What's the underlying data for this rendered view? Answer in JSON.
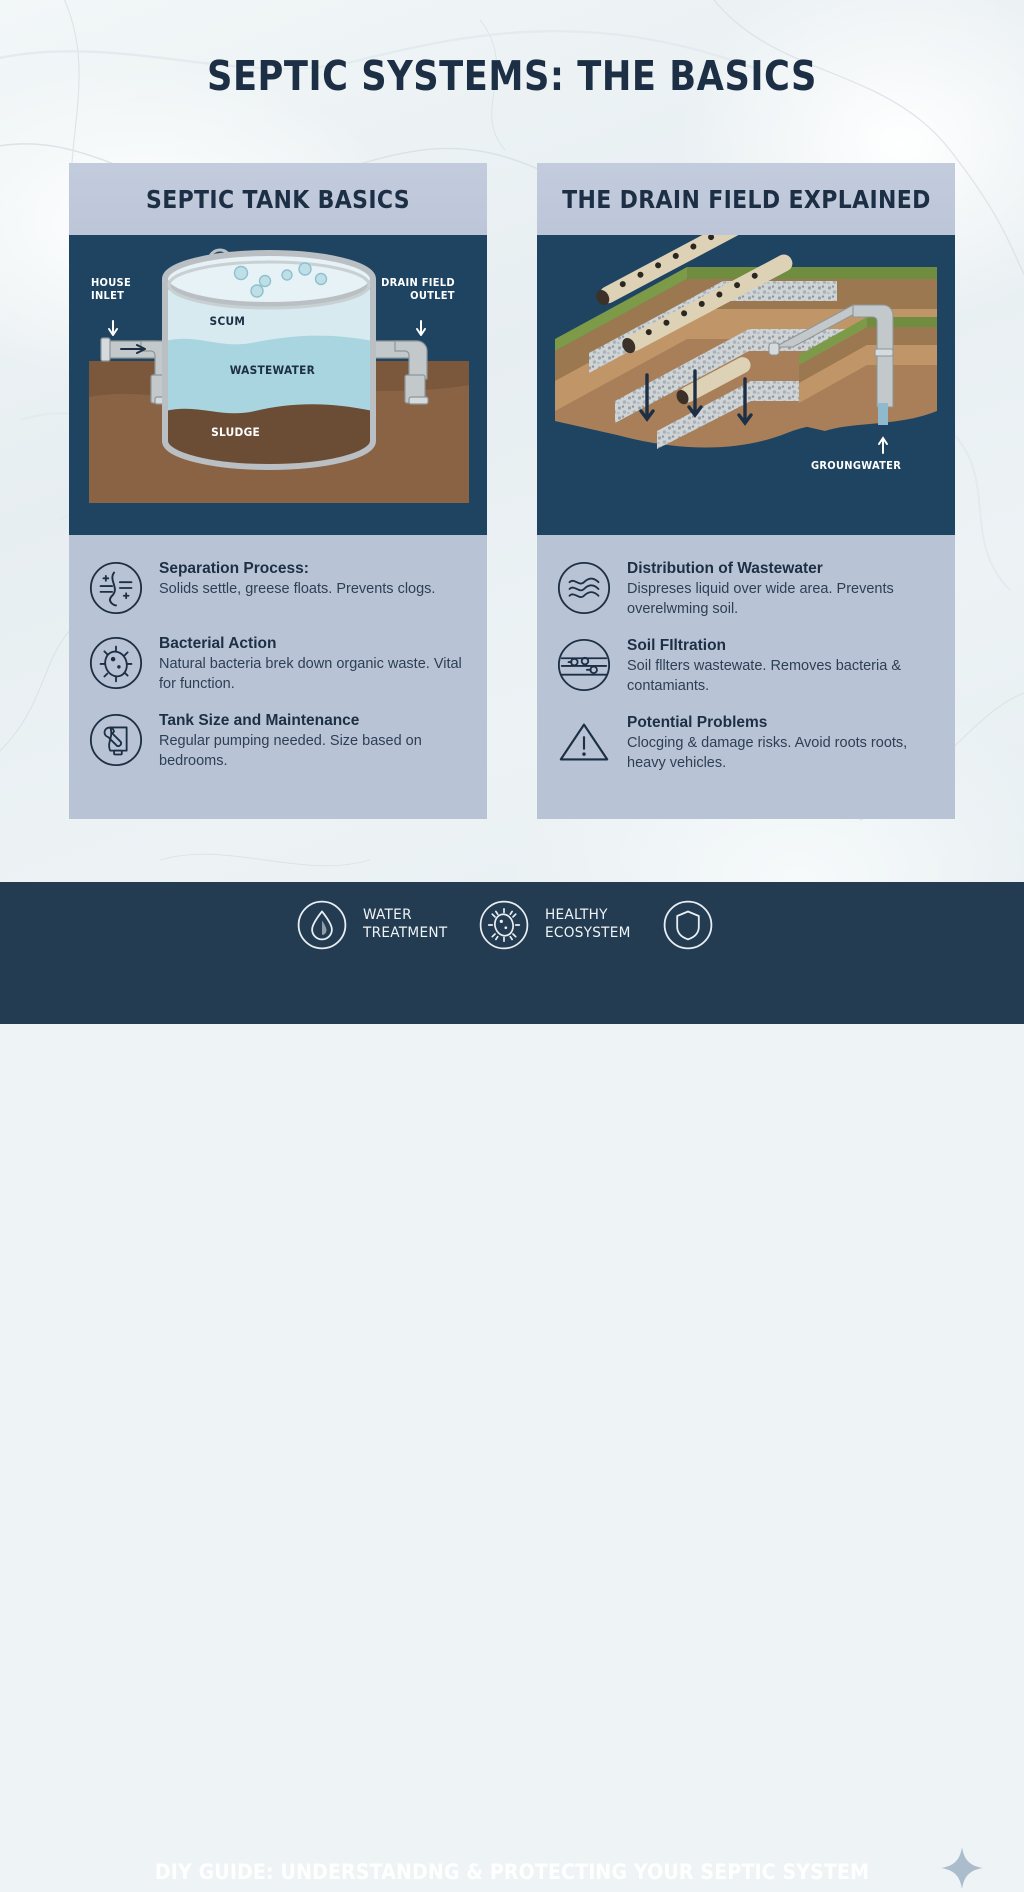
{
  "title": "SEPTIC SYSTEMS: THE BASICS",
  "colors": {
    "background": "#eef3f5",
    "panel_header": "#bcc6d8",
    "panel_body": "#b9c3d6",
    "figure_bg": "#1e4462",
    "footer_bg": "#233c52",
    "ink": "#1d2f45",
    "water": "#a8d5e0",
    "scum": "#d6eaf0",
    "sludge": "#6b4c35",
    "soil": "#8a6244",
    "grass": "#6f8c3f",
    "pipe": "#c3c8cb"
  },
  "panels": [
    {
      "header": "SEPTIC TANK BASICS",
      "figure": {
        "name": "septic-tank-cutaway",
        "callouts": [
          {
            "name": "house-inlet",
            "text": "HOUSE\nINLET"
          },
          {
            "name": "drain-field-outlet",
            "text": "DRAIN FIELD\nOUTLET"
          }
        ],
        "layers": [
          {
            "name": "scum",
            "label": "SCUM"
          },
          {
            "name": "wastewater",
            "label": "WASTEWATER"
          },
          {
            "name": "sludge",
            "label": "SLUDGE"
          }
        ]
      },
      "items": [
        {
          "icon": "separation-icon",
          "title": "Separation Process:",
          "desc": "Solids settle, greese floats. Prevents clogs."
        },
        {
          "icon": "bacteria-icon",
          "title": "Bacterial Action",
          "desc": "Natural bacteria brek down organic waste. Vital for function."
        },
        {
          "icon": "maintenance-wrench-icon",
          "title": "Tank Size and Maintenance",
          "desc": "Regular pumping needed. Size based on bedrooms."
        }
      ]
    },
    {
      "header": "THE DRAIN FIELD EXPLAINED",
      "figure": {
        "name": "drain-field-cutaway",
        "callouts": [
          {
            "name": "groundwater",
            "text": "GROUNGWATER"
          }
        ]
      },
      "items": [
        {
          "icon": "waves-icon",
          "title": "Distribution of Wastewater",
          "desc": "Dispreses liquid over wide area. Prevents overelwming soil."
        },
        {
          "icon": "soil-layers-icon",
          "title": "Soil FIltration",
          "desc": "Soil fllters wastewate. Removes bacteria & contamiants."
        },
        {
          "icon": "warning-triangle-icon",
          "title": "Potential Problems",
          "desc": "Clocging & damage risks. Avoid roots roots, heavy vehicles."
        }
      ]
    }
  ],
  "footer": {
    "badges": [
      {
        "icon": "water-drop-icon",
        "label": "WATER\nTREATMENT"
      },
      {
        "icon": "bacteria-icon",
        "label": "HEALTHY\nECOSYSTEM"
      },
      {
        "icon": "shield-icon",
        "label": ""
      }
    ],
    "tagline": "DIY GUIDE: UNDERSTANDNG & PROTECTING YOUR SEPTIC SYSTEM",
    "decoration": "sparkle-icon"
  }
}
